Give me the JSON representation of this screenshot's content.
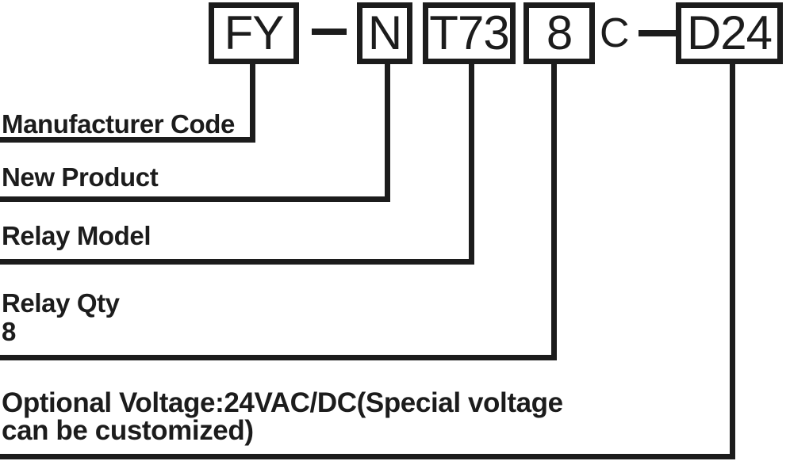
{
  "colors": {
    "ink": "#1c1c1c",
    "paper": "#ffffff"
  },
  "part_number": {
    "full_code": "FY-NT738C-D24",
    "segments": [
      {
        "text": "FY",
        "style": "boxed"
      },
      {
        "text": "-",
        "style": "dash"
      },
      {
        "text": "N",
        "style": "boxed"
      },
      {
        "text": "T73",
        "style": "boxed"
      },
      {
        "text": "8",
        "style": "boxed"
      },
      {
        "text": "C",
        "style": "plain"
      },
      {
        "text": "-",
        "style": "dash"
      },
      {
        "text": "D24",
        "style": "boxed"
      }
    ]
  },
  "legend": {
    "manufacturer_code": "Manufacturer Code",
    "new_product": "New Product",
    "relay_model": "Relay Model",
    "relay_qty": {
      "label": "Relay Qty",
      "value": "8"
    },
    "optional_voltage": {
      "line1": "Optional Voltage:24VAC/DC(Special voltage",
      "line2": "can be customized)"
    }
  }
}
